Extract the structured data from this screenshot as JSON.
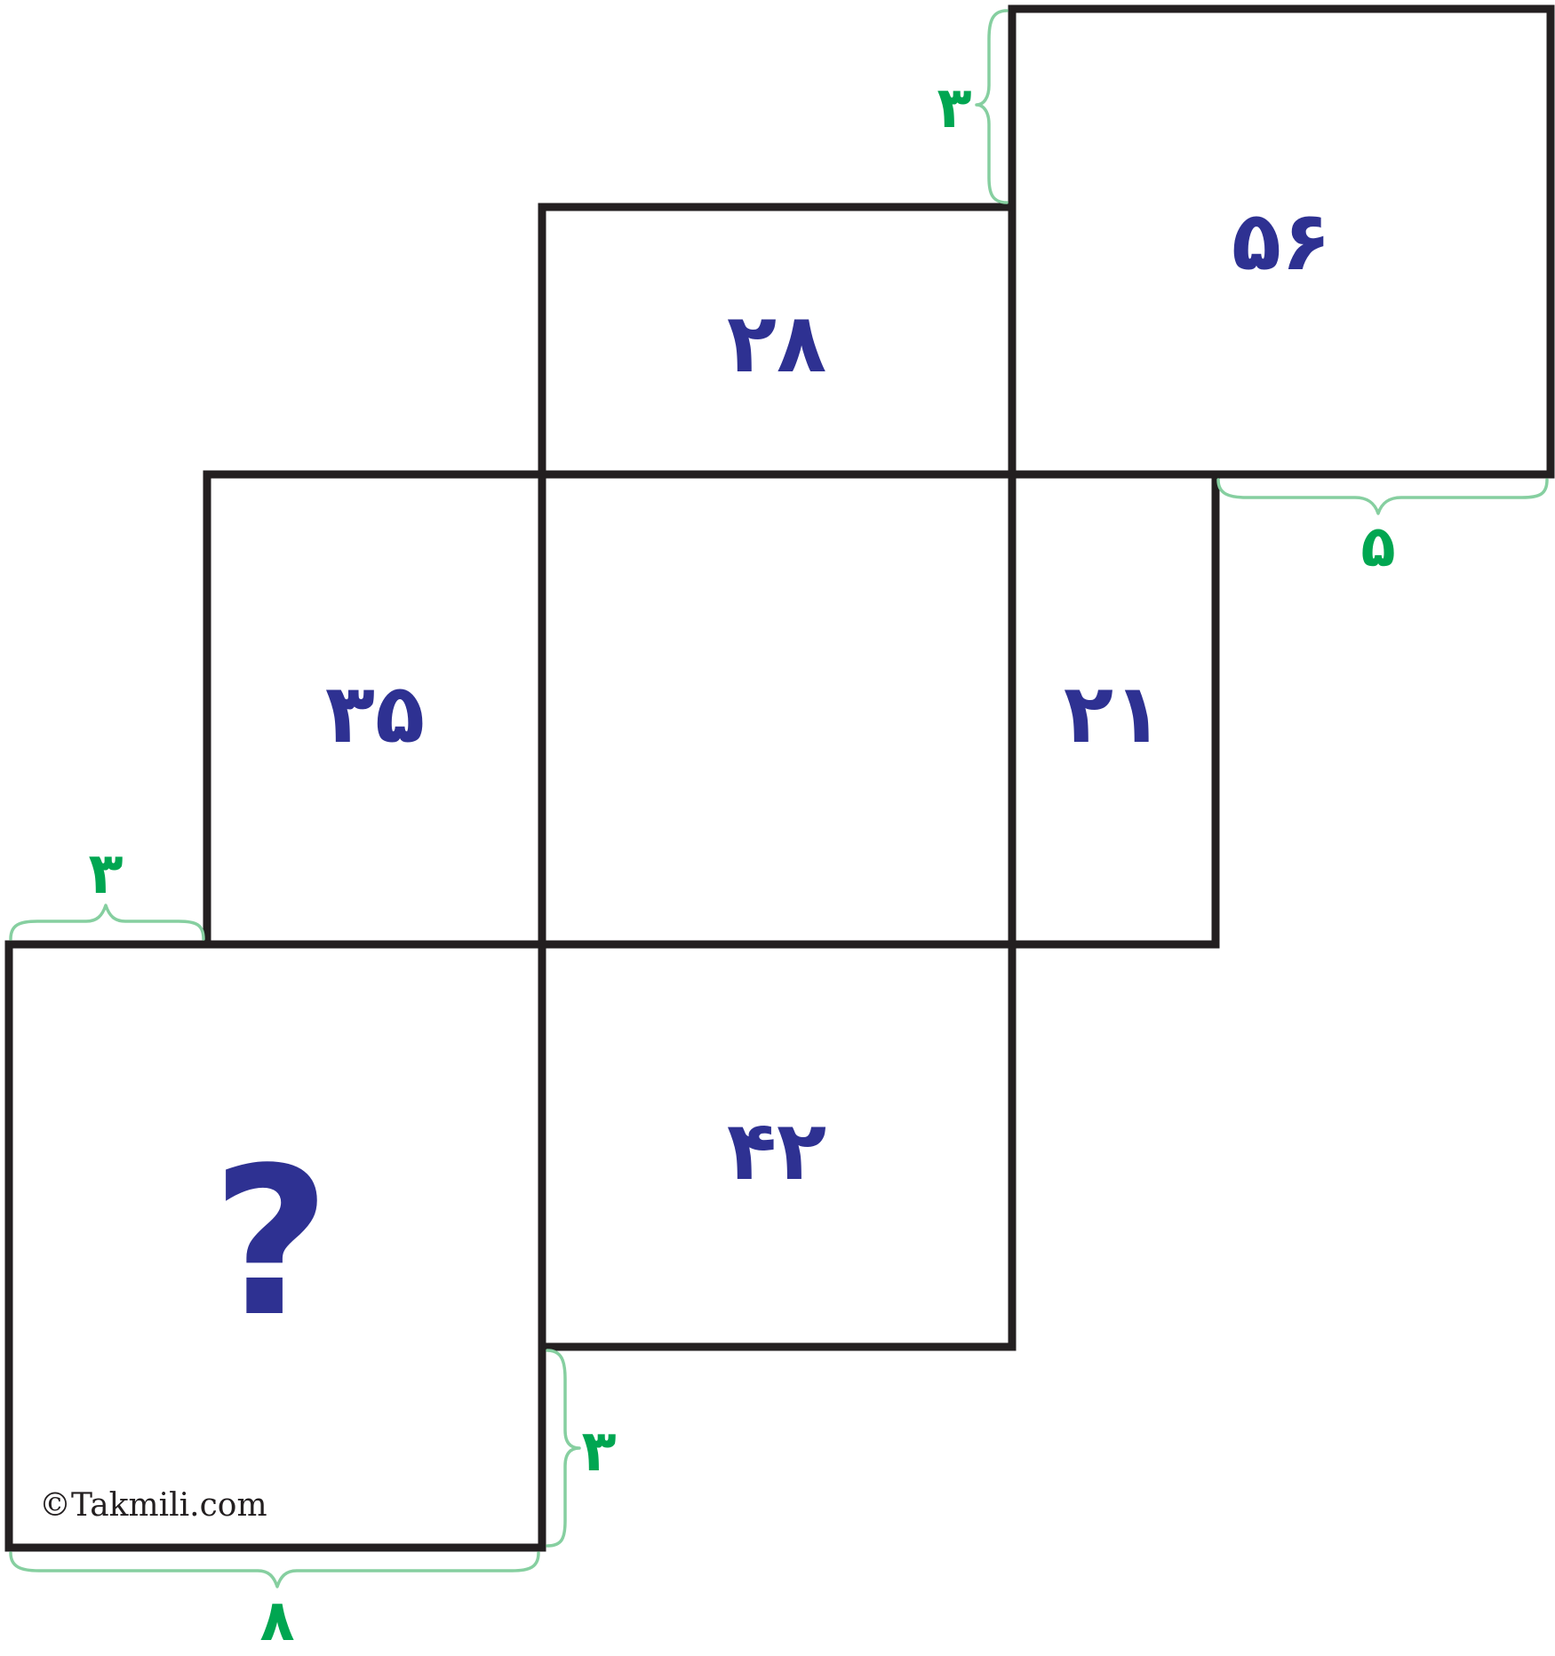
{
  "diagram": {
    "rectangles": [
      {
        "id": "top-right",
        "area_label": "۵۶"
      },
      {
        "id": "top-middle",
        "area_label": "۲۸"
      },
      {
        "id": "middle-left",
        "area_label": "۳۵"
      },
      {
        "id": "center",
        "area_label": ""
      },
      {
        "id": "middle-right",
        "area_label": "۲۱"
      },
      {
        "id": "bottom-middle",
        "area_label": "۴۲"
      },
      {
        "id": "bottom-left",
        "area_label": "?"
      }
    ],
    "dimensions": {
      "top_right_step": "۳",
      "top_right_width_part": "۵",
      "bottom_left_top_step": "۳",
      "bottom_left_side_step": "۳",
      "bottom_left_width": "۸"
    },
    "credit": "©Takmili.com",
    "colors": {
      "outline": "#231f20",
      "area_text": "#2e3192",
      "dimension_text": "#00a651",
      "brace": "#86cfa0"
    }
  }
}
